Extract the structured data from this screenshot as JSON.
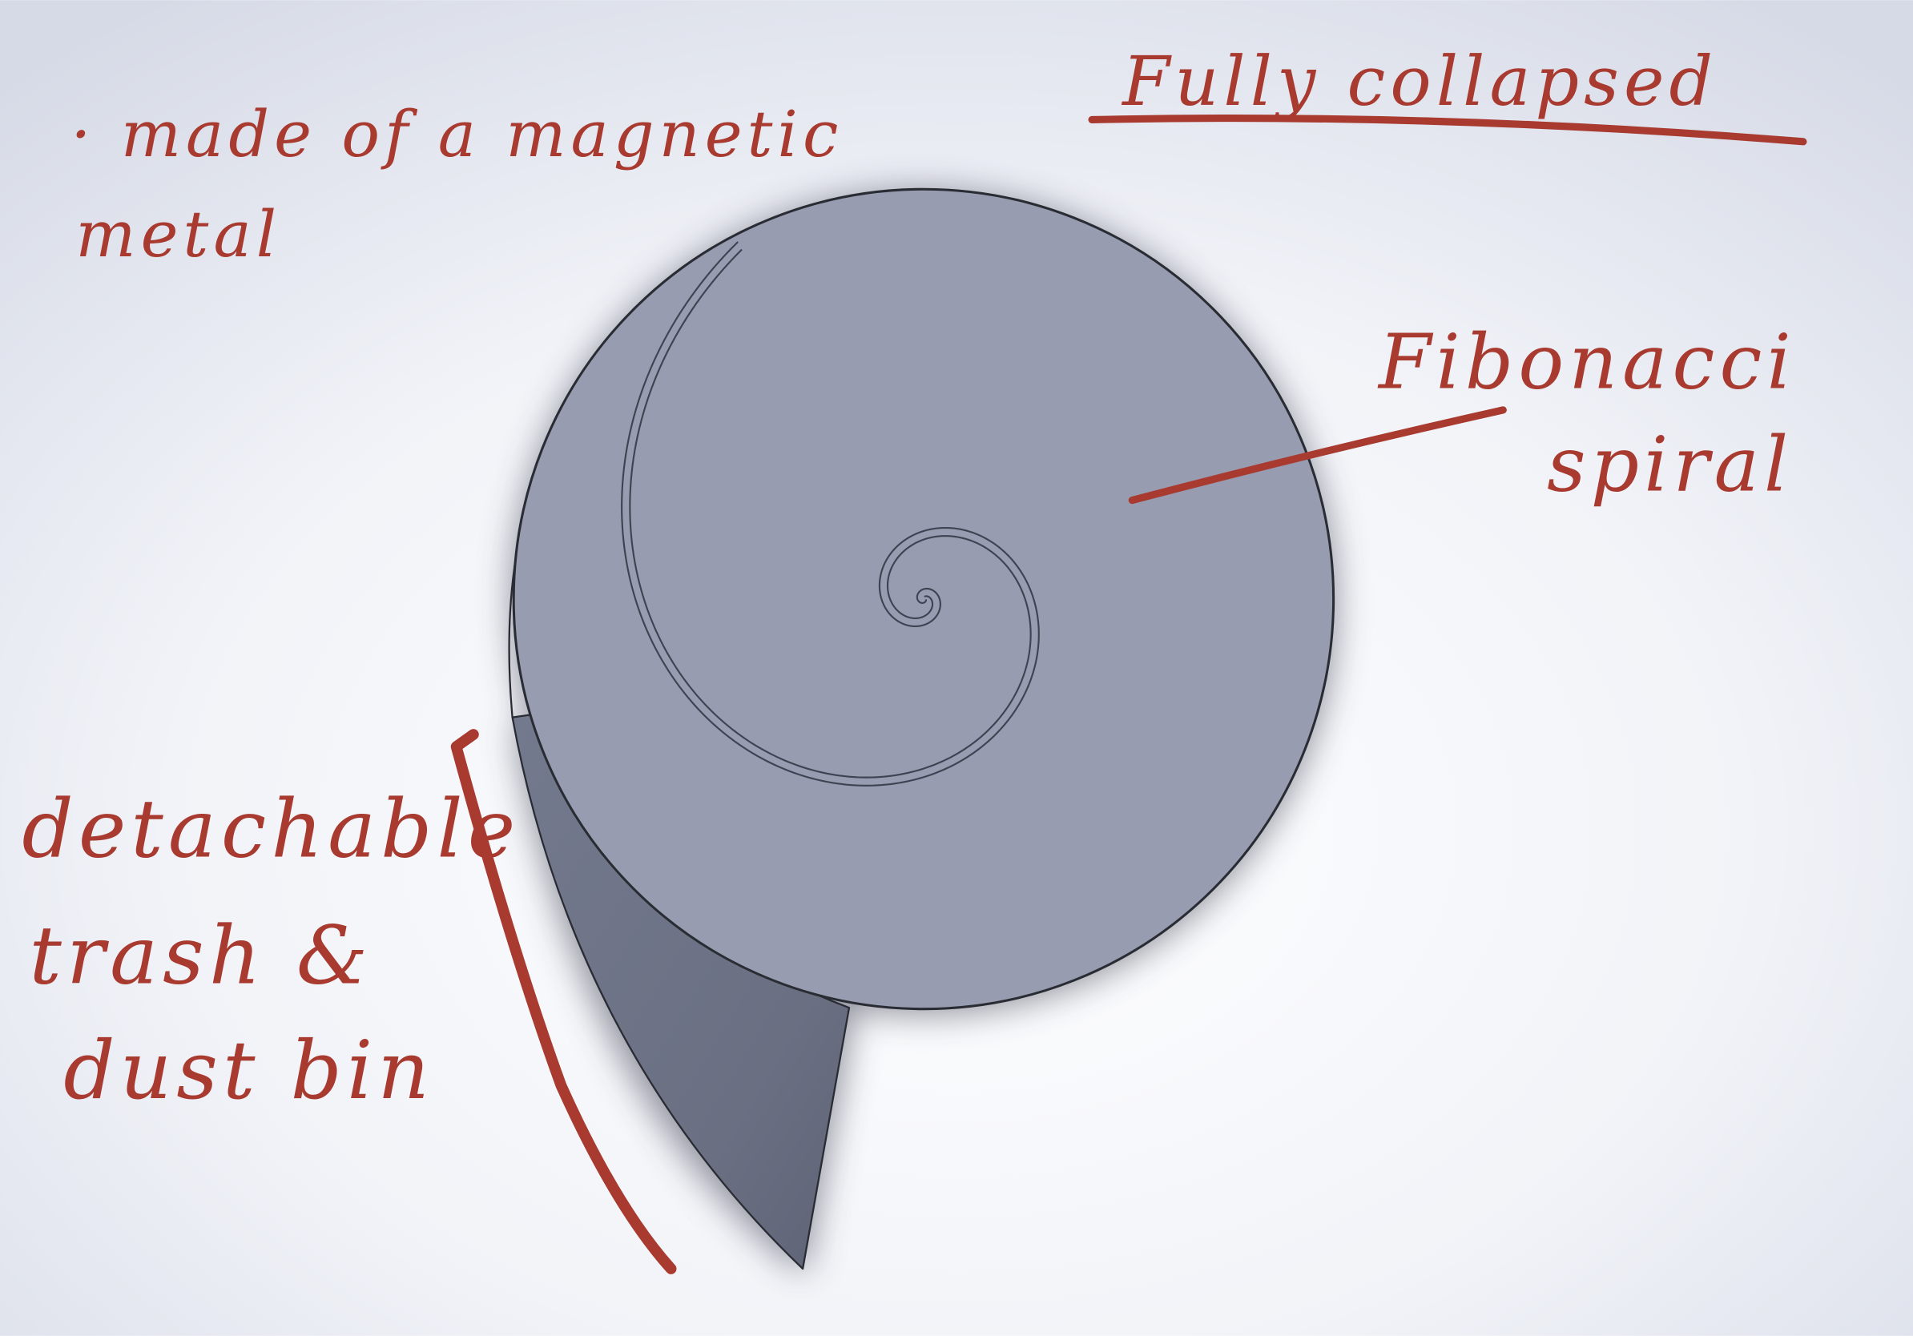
{
  "annotations": {
    "material_line1": "· made of a magnetic",
    "material_line2": "metal",
    "state_title": "Fully collapsed",
    "spiral_line1": "Fibonacci",
    "spiral_line2": "spiral",
    "bin_line1": "detachable",
    "bin_line2": "trash &",
    "bin_line3": "dust bin"
  },
  "colors": {
    "ink": "#a83a30",
    "disc_face": "#979cb1",
    "bin_side": "#6e7386",
    "outline": "#2a2c33",
    "background": "#e6e9f1"
  }
}
